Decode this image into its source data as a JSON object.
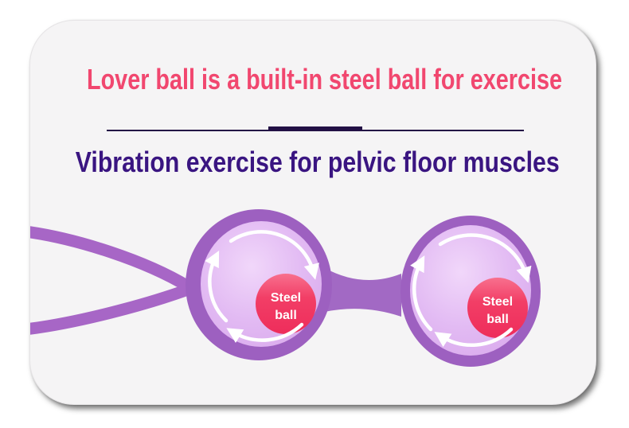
{
  "card": {
    "title": "Lover ball is a built-in steel ball for exercise",
    "subtitle": "Vibration exercise for pelvic floor muscles"
  },
  "illustration": {
    "left_ball": {
      "label_line1": "Steel",
      "label_line2": "ball"
    },
    "right_ball": {
      "label_line1": "Steel",
      "label_line2": "ball"
    }
  },
  "colors": {
    "page_bg": "#ffffff",
    "card_bg": "#f5f4f5",
    "title": "#f1476f",
    "subtitle": "#3a1581",
    "divider": "#231045",
    "ball_ring": "#9d60c0",
    "ball_inner": "#e2baf3",
    "ball_inner_light": "#f1d7fa",
    "ball_inner_dark": "#d9a9ec",
    "cord": "#a766c6",
    "connector": "#a269c4",
    "steel_top": "#f8708e",
    "steel_mid": "#f23e66",
    "steel_bottom": "#ee2d5b",
    "steel_label": "#ffffff",
    "arrow": "#ffffff"
  }
}
